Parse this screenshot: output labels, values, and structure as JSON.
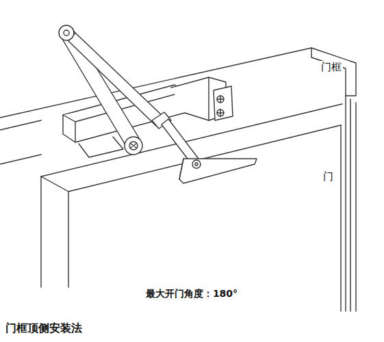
{
  "diagram": {
    "caption": "门框顶侧安装法",
    "labels": [
      "门框",
      "门",
      "最大开门角度：180°"
    ]
  }
}
